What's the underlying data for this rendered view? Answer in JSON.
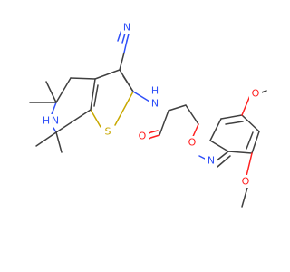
{
  "molecule": {
    "atom_labels": {
      "nitrile_n": "N",
      "amide_nh": "N",
      "amide_h": "H",
      "amide_o": "O",
      "oxime_o": "O",
      "oxime_n": "N",
      "ring_nh": "N",
      "ring_h": "H",
      "thiophene_s": "S",
      "methoxy_o_upper": "O",
      "methoxy_o_lower": "O"
    },
    "colors": {
      "carbon": "#404040",
      "nitrogen": "#3050f8",
      "oxygen": "#ff2020",
      "sulfur": "#c8a800"
    }
  }
}
